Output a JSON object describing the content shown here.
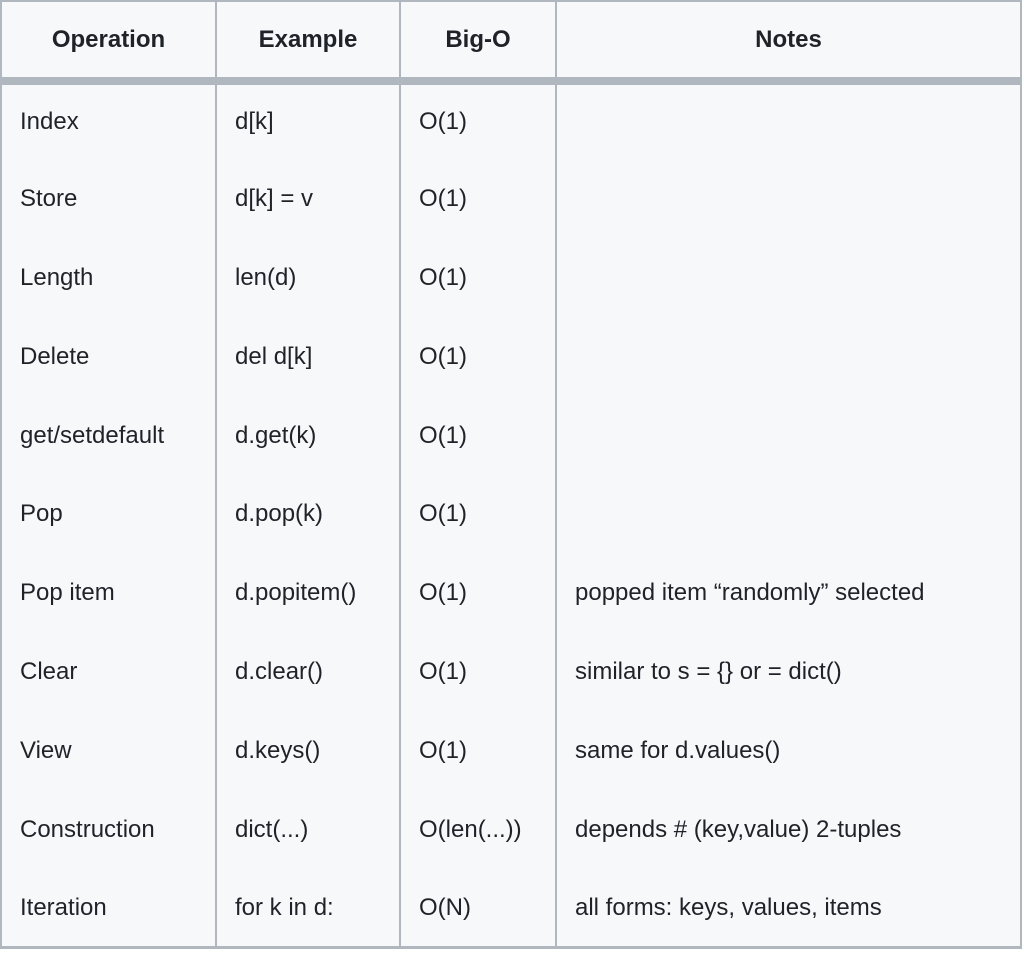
{
  "colors": {
    "cell-bg": "#f7f8fa",
    "border": "#b0b7be",
    "text": "#1f2328",
    "page-bg": "#ffffff"
  },
  "table": {
    "columns": [
      "Operation",
      "Example",
      "Big-O",
      "Notes"
    ],
    "rows": [
      {
        "operation": "Index",
        "example": "d[k]",
        "big_o": "O(1)",
        "notes": ""
      },
      {
        "operation": "Store",
        "example": "d[k] = v",
        "big_o": "O(1)",
        "notes": ""
      },
      {
        "operation": "Length",
        "example": "len(d)",
        "big_o": "O(1)",
        "notes": ""
      },
      {
        "operation": "Delete",
        "example": "del d[k]",
        "big_o": "O(1)",
        "notes": ""
      },
      {
        "operation": "get/setdefault",
        "example": "d.get(k)",
        "big_o": "O(1)",
        "notes": ""
      },
      {
        "operation": "Pop",
        "example": "d.pop(k)",
        "big_o": "O(1)",
        "notes": ""
      },
      {
        "operation": "Pop item",
        "example": "d.popitem()",
        "big_o": "O(1)",
        "notes": "popped item “randomly” selected"
      },
      {
        "operation": "Clear",
        "example": "d.clear()",
        "big_o": "O(1)",
        "notes": "similar to s = {} or = dict()"
      },
      {
        "operation": "View",
        "example": "d.keys()",
        "big_o": "O(1)",
        "notes": "same for d.values()"
      },
      {
        "operation": "Construction",
        "example": "dict(...)",
        "big_o": "O(len(...))",
        "notes": "depends # (key,value) 2-tuples"
      },
      {
        "operation": "Iteration",
        "example": "for k in d:",
        "big_o": "O(N)",
        "notes": "all forms: keys, values, items"
      }
    ]
  },
  "chart_data": {
    "type": "table",
    "title": "",
    "columns": [
      "Operation",
      "Example",
      "Big-O",
      "Notes"
    ],
    "rows": [
      [
        "Index",
        "d[k]",
        "O(1)",
        ""
      ],
      [
        "Store",
        "d[k] = v",
        "O(1)",
        ""
      ],
      [
        "Length",
        "len(d)",
        "O(1)",
        ""
      ],
      [
        "Delete",
        "del d[k]",
        "O(1)",
        ""
      ],
      [
        "get/setdefault",
        "d.get(k)",
        "O(1)",
        ""
      ],
      [
        "Pop",
        "d.pop(k)",
        "O(1)",
        ""
      ],
      [
        "Pop item",
        "d.popitem()",
        "O(1)",
        "popped item “randomly” selected"
      ],
      [
        "Clear",
        "d.clear()",
        "O(1)",
        "similar to s = {} or = dict()"
      ],
      [
        "View",
        "d.keys()",
        "O(1)",
        "same for d.values()"
      ],
      [
        "Construction",
        "dict(...)",
        "O(len(...))",
        "depends # (key,value) 2-tuples"
      ],
      [
        "Iteration",
        "for k in d:",
        "O(N)",
        "all forms: keys, values, items"
      ]
    ]
  }
}
